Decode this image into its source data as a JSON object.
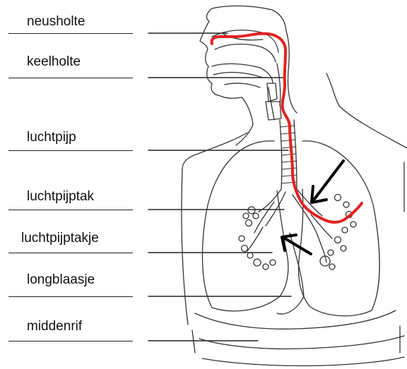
{
  "labels": [
    {
      "id": "nasal-cavity",
      "text": "neusholte"
    },
    {
      "id": "pharynx",
      "text": "keelholte"
    },
    {
      "id": "trachea",
      "text": "luchtpijp"
    },
    {
      "id": "bronchus",
      "text": "luchtpijptak"
    },
    {
      "id": "bronchiole",
      "text": "luchtpijptakje"
    },
    {
      "id": "alveolus",
      "text": "longblaasje"
    },
    {
      "id": "diaphragm",
      "text": "middenrif"
    }
  ],
  "colors": {
    "outline": "#333333",
    "air_path": "#e32222",
    "arrows": "#000000",
    "label_text": "#111111"
  }
}
